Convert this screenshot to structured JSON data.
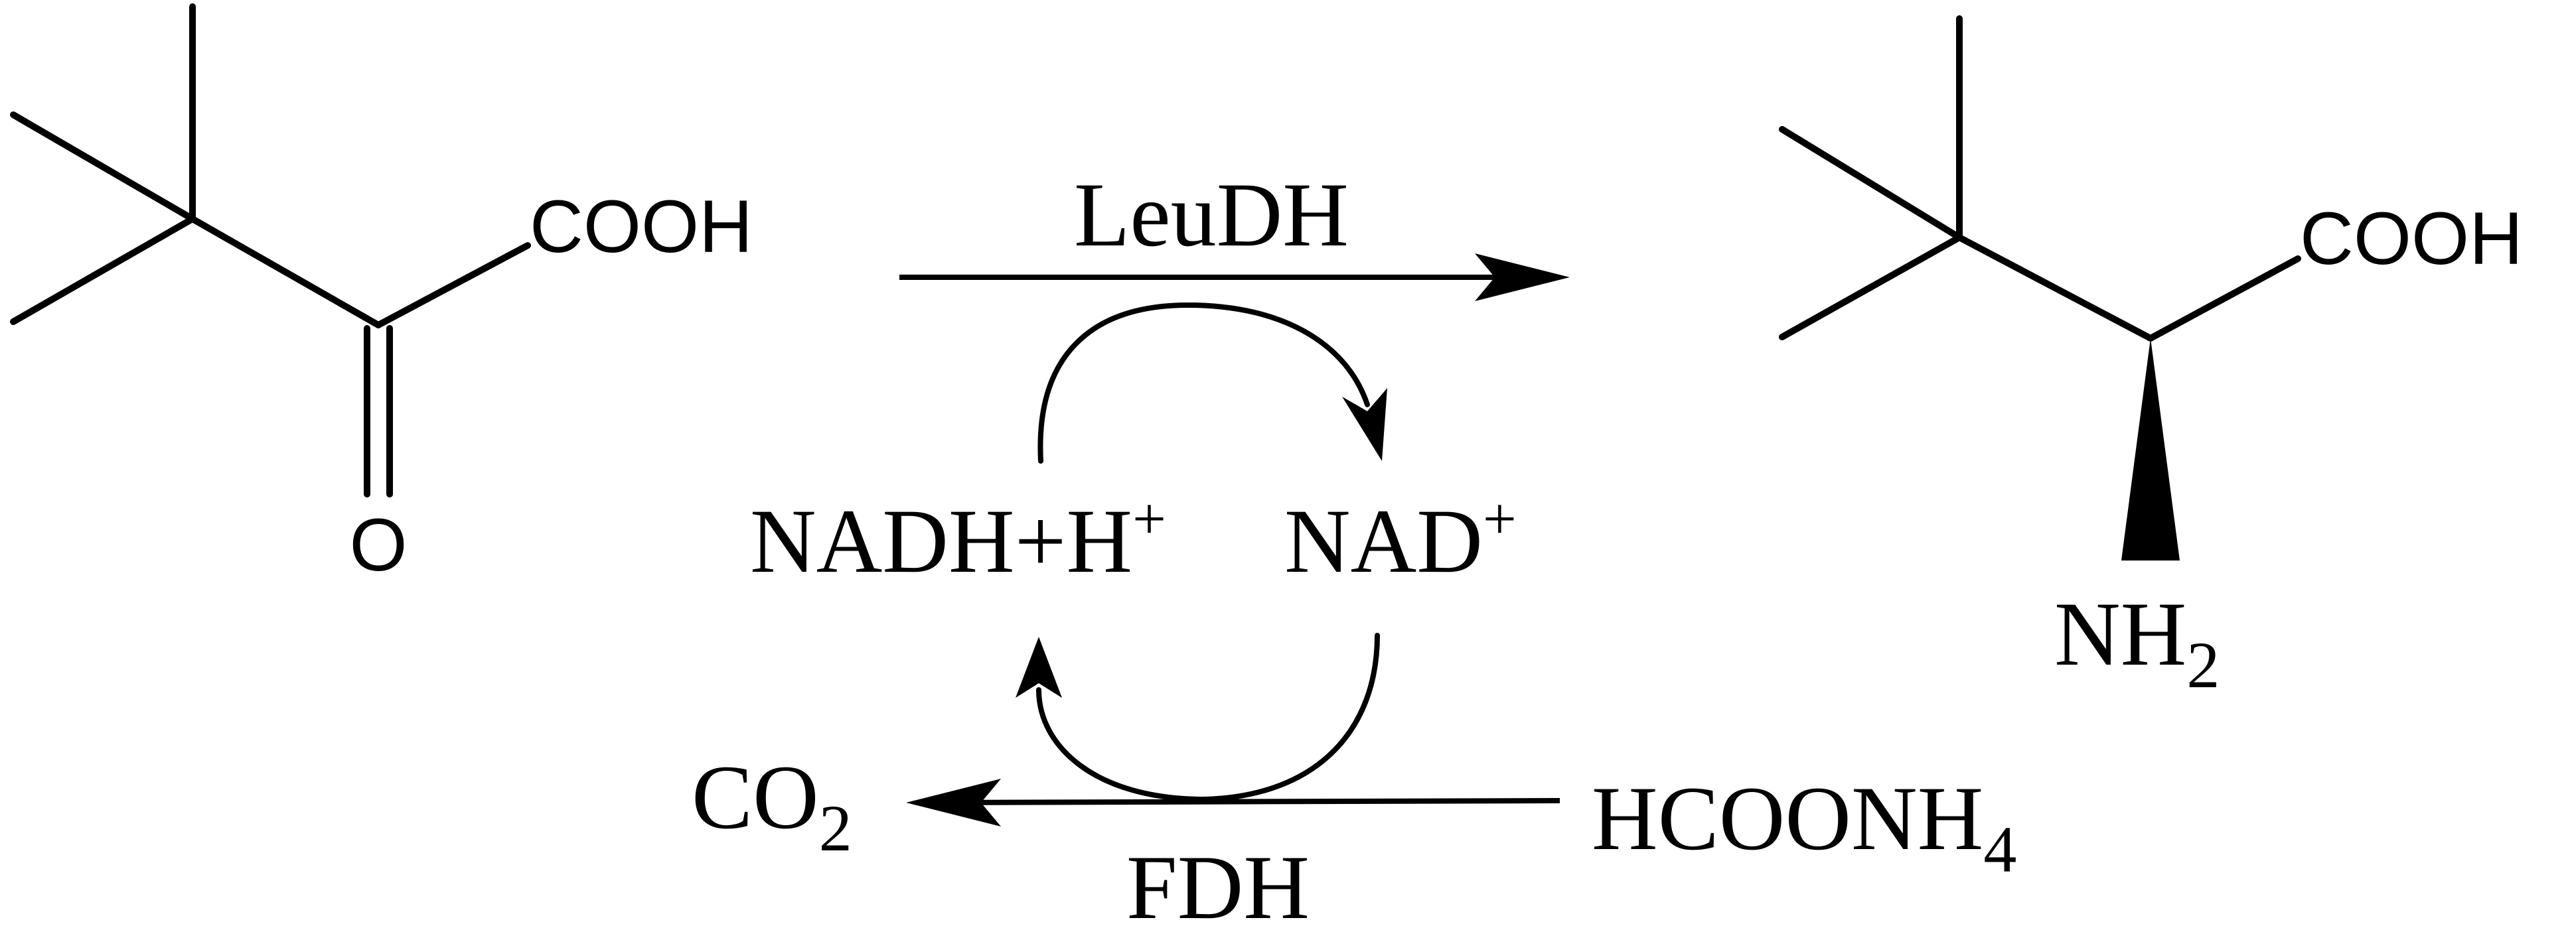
{
  "reactant": {
    "acid_label": "COOH",
    "keto_oxygen_label": "O"
  },
  "forward_reaction": {
    "enzyme_label": "LeuDH"
  },
  "product": {
    "acid_label": "COOH",
    "amine_label": "NH",
    "amine_subscript": "2"
  },
  "cofactor_cycle": {
    "reduced_label": "NADH+H",
    "reduced_superscript": "+",
    "oxidized_label": "NAD",
    "oxidized_superscript": "+"
  },
  "regeneration_reaction": {
    "enzyme_label": "FDH",
    "substrate_label": "HCOONH",
    "substrate_subscript": "4",
    "byproduct_label": "CO",
    "byproduct_subscript": "2"
  }
}
